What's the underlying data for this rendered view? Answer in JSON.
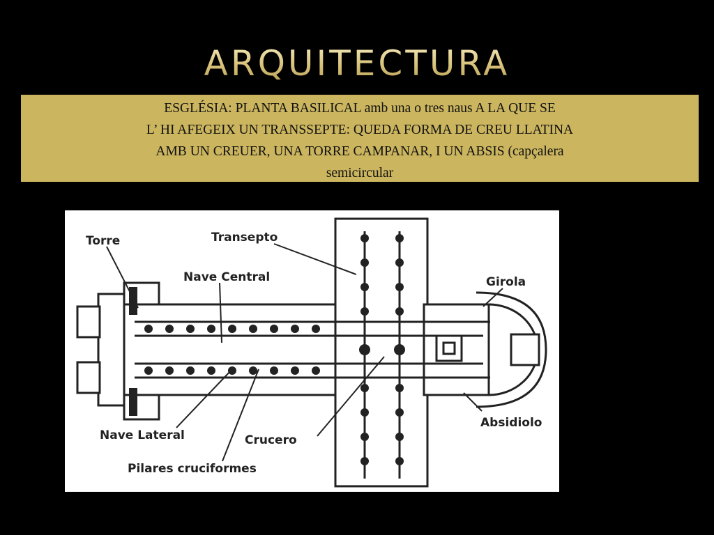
{
  "slide": {
    "title": "ARQUITECTURA",
    "description_lines": [
      "ESGLÉSIA: PLANTA BASILICAL amb una o tres naus  A LA QUE SE",
      "L’ HI AFEGEIX UN TRANSSEPTE: QUEDA FORMA DE CREU LLATINA",
      "AMB UN CREUER, UNA TORRE CAMPANAR, I UN ABSIS (capçalera",
      "semicircular"
    ],
    "colors": {
      "background": "#000000",
      "title": "#e6d596",
      "textbox": "#cbb55e"
    }
  },
  "diagram": {
    "labels": {
      "torre": "Torre",
      "transepto": "Transepto",
      "nave_central": "Nave Central",
      "girola": "Girola",
      "absidiolo": "Absidiolo",
      "nave_lateral": "Nave Lateral",
      "crucero": "Crucero",
      "pilares": "Pilares cruciformes"
    }
  }
}
